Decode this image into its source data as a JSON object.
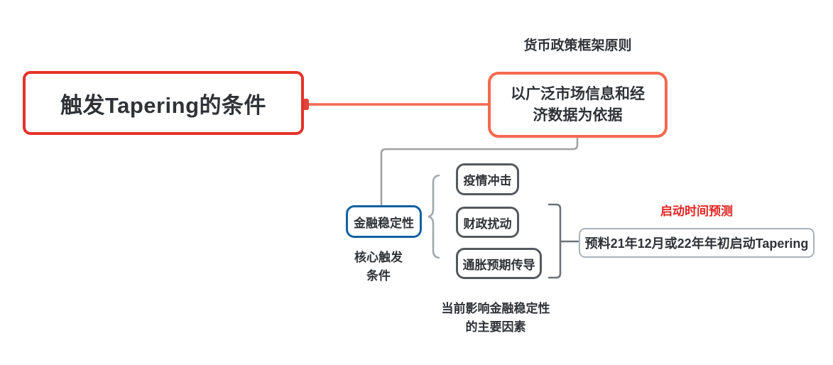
{
  "root": {
    "label": "触发Tapering的条件"
  },
  "policy_branch": {
    "caption": "货币政策框架原则",
    "node_line1": "以广泛市场信息和经",
    "node_line2": "济数据为依据"
  },
  "stability_branch": {
    "node": "金融稳定性",
    "caption_line1": "核心触发",
    "caption_line2": "条件"
  },
  "factors": {
    "items": [
      "疫情冲击",
      "财政扰动",
      "通胀预期传导"
    ],
    "caption_line1": "当前影响金融稳定性",
    "caption_line2": "的主要因素"
  },
  "prediction": {
    "caption": "启动时间预测",
    "node": "预料21年12月或22年年初启动Tapering"
  },
  "colors": {
    "root_border": "#e5322b",
    "policy_border": "#f4694f",
    "connector_red": "#f4694f",
    "handle_red": "#e2423a",
    "stability_border": "#1261a0",
    "factor_border": "#55585d",
    "prediction_border": "#a9b1b9",
    "line_gray": "#a0a0a0",
    "brace_gray": "#a3a8ad",
    "bracket_gray": "#6e737a",
    "text_dark": "#2f3237",
    "caption_red": "#e32625"
  }
}
